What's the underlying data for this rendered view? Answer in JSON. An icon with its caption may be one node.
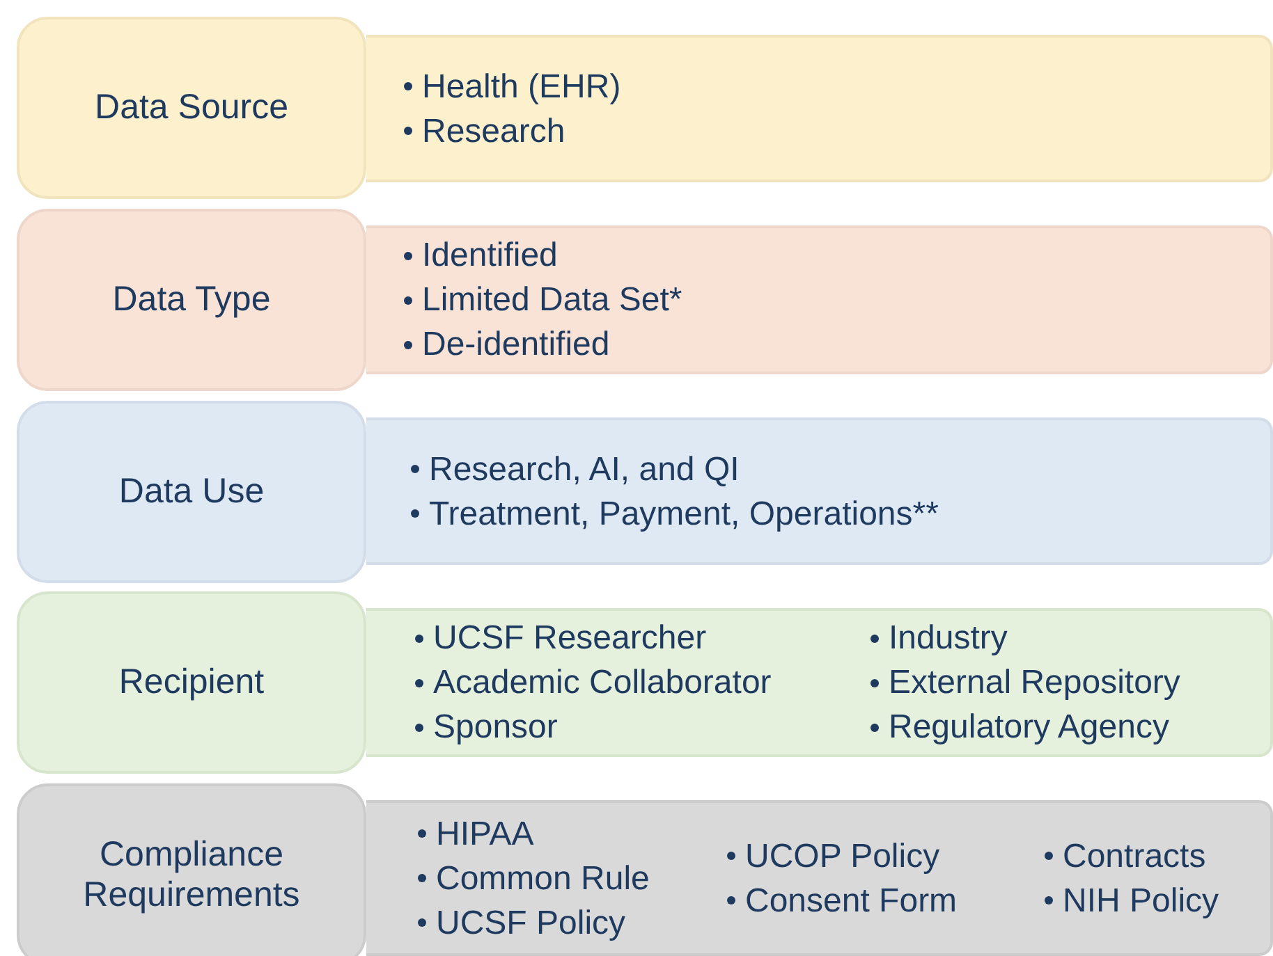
{
  "diagram": {
    "nodes": [
      {
        "text": [
          "Data Source"
        ]
      },
      {
        "text": [
          "Health (EHR)",
          "Research"
        ]
      },
      {
        "text": [
          "Data Type"
        ]
      },
      {
        "text": [
          "Identified",
          "Limited Data Set*",
          "De-identified"
        ]
      },
      {
        "text": [
          "Data Use"
        ]
      },
      {
        "text": [
          "Research, AI, and QI",
          "Treatment, Payment, Operations**"
        ]
      },
      {
        "text": [
          "Recipient"
        ]
      },
      {
        "text": [
          "UCSF Researcher",
          "Academic Collaborator",
          "Sponsor",
          "Industry",
          "External Repository",
          "Regulatory Agency"
        ]
      },
      {
        "text": [
          "Compliance Requirements"
        ]
      },
      {
        "text": [
          "HIPAA",
          "Common Rule",
          "UCSF Policy",
          "UCOP Policy",
          "Consent Form",
          "Contracts",
          "NIH Policy"
        ]
      }
    ]
  }
}
